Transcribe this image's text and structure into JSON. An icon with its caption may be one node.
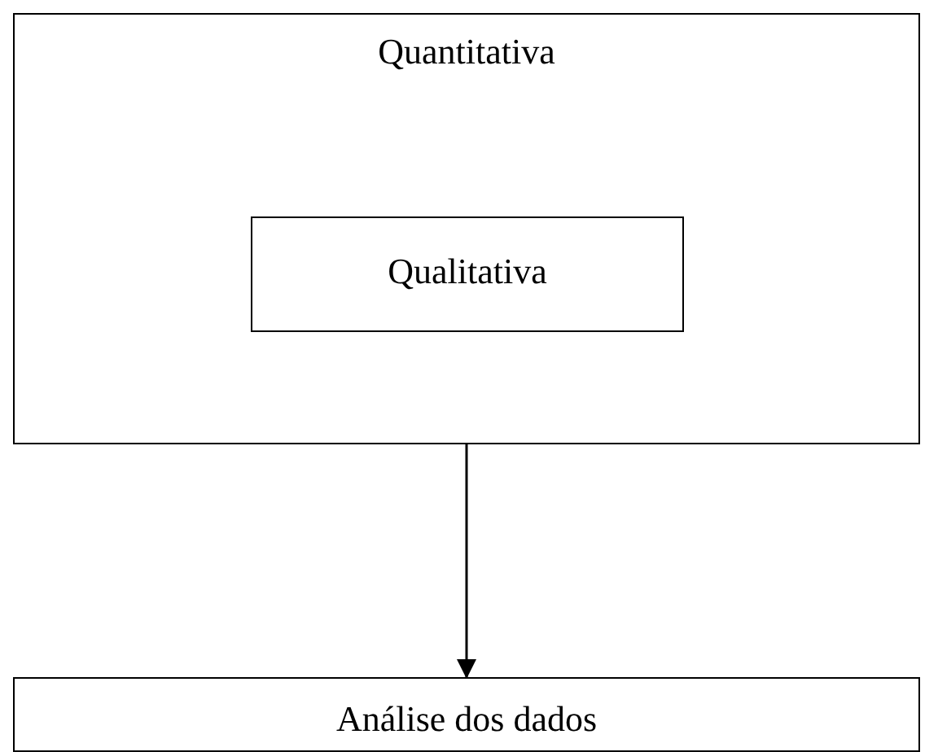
{
  "diagram": {
    "nodes": [
      {
        "text": [
          "Quantitativa"
        ]
      },
      {
        "text": [
          "Qualitativa"
        ],
        "in": 0
      },
      {
        "text": [
          "Análise dos dados"
        ]
      }
    ],
    "edges": [
      {
        "from": 0,
        "to": 2,
        "arrow": "to"
      }
    ]
  }
}
